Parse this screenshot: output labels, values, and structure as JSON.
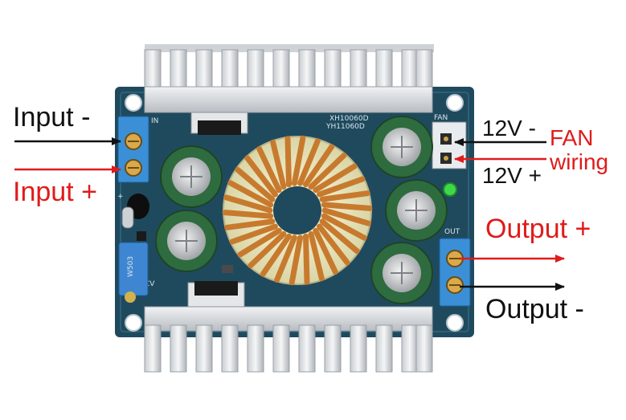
{
  "labels": {
    "input_minus": "Input -",
    "input_plus": "Input +",
    "fan_12v_minus": "12V -",
    "fan_12v_plus": "12V +",
    "fan_wiring_line1": "FAN",
    "fan_wiring_line2": "wiring",
    "output_plus": "Output +",
    "output_minus": "Output -"
  },
  "board_markings": {
    "input_terminal": "IN",
    "fan_terminal": "FAN",
    "output_terminal": "OUT",
    "model_top": "XH10060D",
    "model": "YH11060D",
    "cv": "CV",
    "pot": "W503",
    "plus_sign": "+"
  },
  "colors": {
    "label_black": "#111111",
    "label_red": "#e01b1b",
    "pcb": "#1f4a5e",
    "terminal_blue": "#3b8fd6",
    "heatsink": "#d9dcdf",
    "copper": "#c77a2e",
    "led_green": "#3fd84a"
  },
  "icons": [
    "arrow-right-icon",
    "arrow-left-icon"
  ]
}
